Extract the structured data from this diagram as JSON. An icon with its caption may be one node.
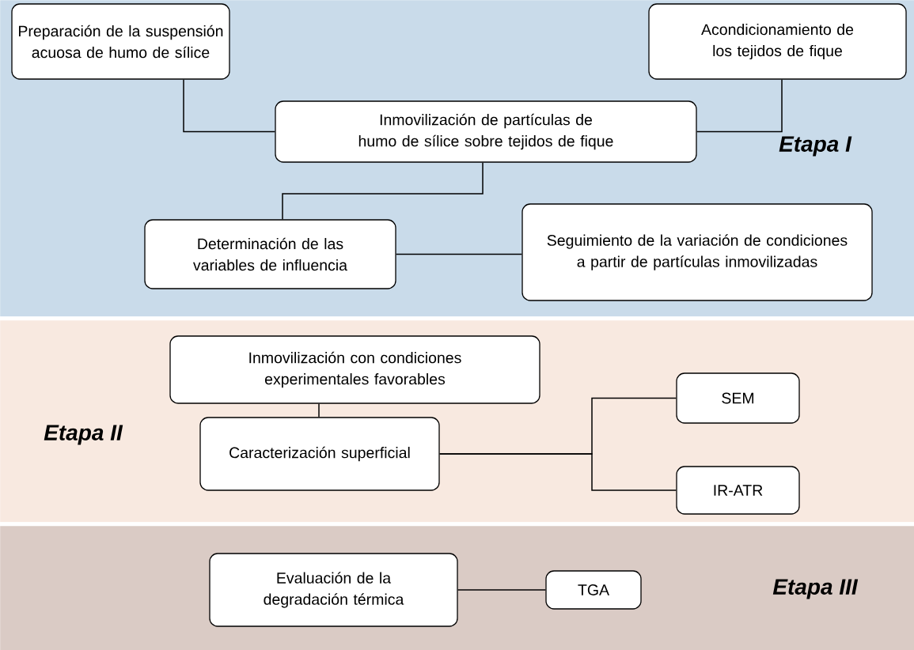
{
  "diagram": {
    "nodes": [
      {
        "text": [
          "Etapa I"
        ]
      },
      {
        "text": [
          "Preparación de la suspensión acuosa de humo de sílice"
        ],
        "in": 0
      },
      {
        "text": [
          "Acondicionamiento de los tejidos de fique"
        ],
        "in": 0
      },
      {
        "text": [
          "Inmovilización de partículas de humo de sílice sobre tejidos de fique"
        ],
        "in": 0
      },
      {
        "text": [
          "Determinación de las variables de influencia"
        ],
        "in": 0
      },
      {
        "text": [
          "Seguimiento de la variación de condiciones a partir de partículas inmovilizadas"
        ],
        "in": 0
      },
      {
        "text": [
          "Etapa II"
        ]
      },
      {
        "text": [
          "Inmovilización con condiciones experimentales favorables"
        ],
        "in": 6
      },
      {
        "text": [
          "Caracterización superficial"
        ],
        "in": 6
      },
      {
        "text": [
          "SEM"
        ],
        "in": 6
      },
      {
        "text": [
          "IR-ATR"
        ],
        "in": 6
      },
      {
        "text": [
          "Etapa III"
        ]
      },
      {
        "text": [
          "Evaluación de la degradación térmica"
        ],
        "in": 11
      },
      {
        "text": [
          "TGA"
        ],
        "in": 11
      }
    ],
    "edges": [
      {
        "from": 1,
        "to": 3,
        "arrow": "none"
      },
      {
        "from": 2,
        "to": 3,
        "arrow": "none"
      },
      {
        "from": 3,
        "to": 4,
        "arrow": "none"
      },
      {
        "from": 4,
        "to": 5,
        "arrow": "none"
      },
      {
        "from": 7,
        "to": 8,
        "arrow": "none"
      },
      {
        "from": 8,
        "to": 9,
        "arrow": "none"
      },
      {
        "from": 8,
        "to": 10,
        "arrow": "none"
      },
      {
        "from": 12,
        "to": 13,
        "arrow": "none"
      }
    ]
  }
}
